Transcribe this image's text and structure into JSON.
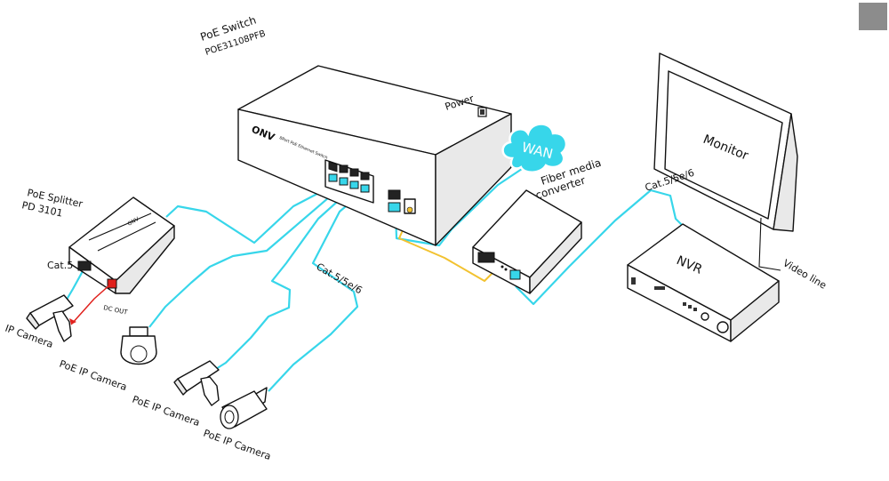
{
  "labels": {
    "switch_title": "PoE Switch",
    "switch_model": "POE31108PFB",
    "switch_brand": "ONV",
    "switch_panel_text": "8Port PoE Ethernet Switch",
    "power": "Power",
    "wan": "WAN",
    "fiber_media_line1": "Fiber media",
    "fiber_media_line2": "converter",
    "cable_right": "Cat.5/5e/6",
    "monitor": "Monitor",
    "nvr": "NVR",
    "video_line": "Video line",
    "splitter_title": "PoE Splitter",
    "splitter_model": "PD 3101",
    "splitter_brand": "ONV",
    "cat5": "Cat.5",
    "dc_out": "DC OUT",
    "ip_camera": "IP Camera",
    "poe_camera_1": "PoE IP Camera",
    "poe_camera_2": "PoE IP Camera",
    "poe_camera_3": "PoE IP Camera",
    "cable_center": "Cat.5/5e/6"
  },
  "colors": {
    "ethernet_cable": "#37d6ea",
    "fiber_cable": "#f2c230",
    "power_line": "#e0201c",
    "corner_box": "#8c8c8c"
  },
  "icons": [
    "wan-cloud-icon",
    "power-plug-icon",
    "monitor-icon",
    "nvr-icon",
    "ptz-dome-camera-icon",
    "bullet-camera-icon",
    "box-camera-icon"
  ]
}
